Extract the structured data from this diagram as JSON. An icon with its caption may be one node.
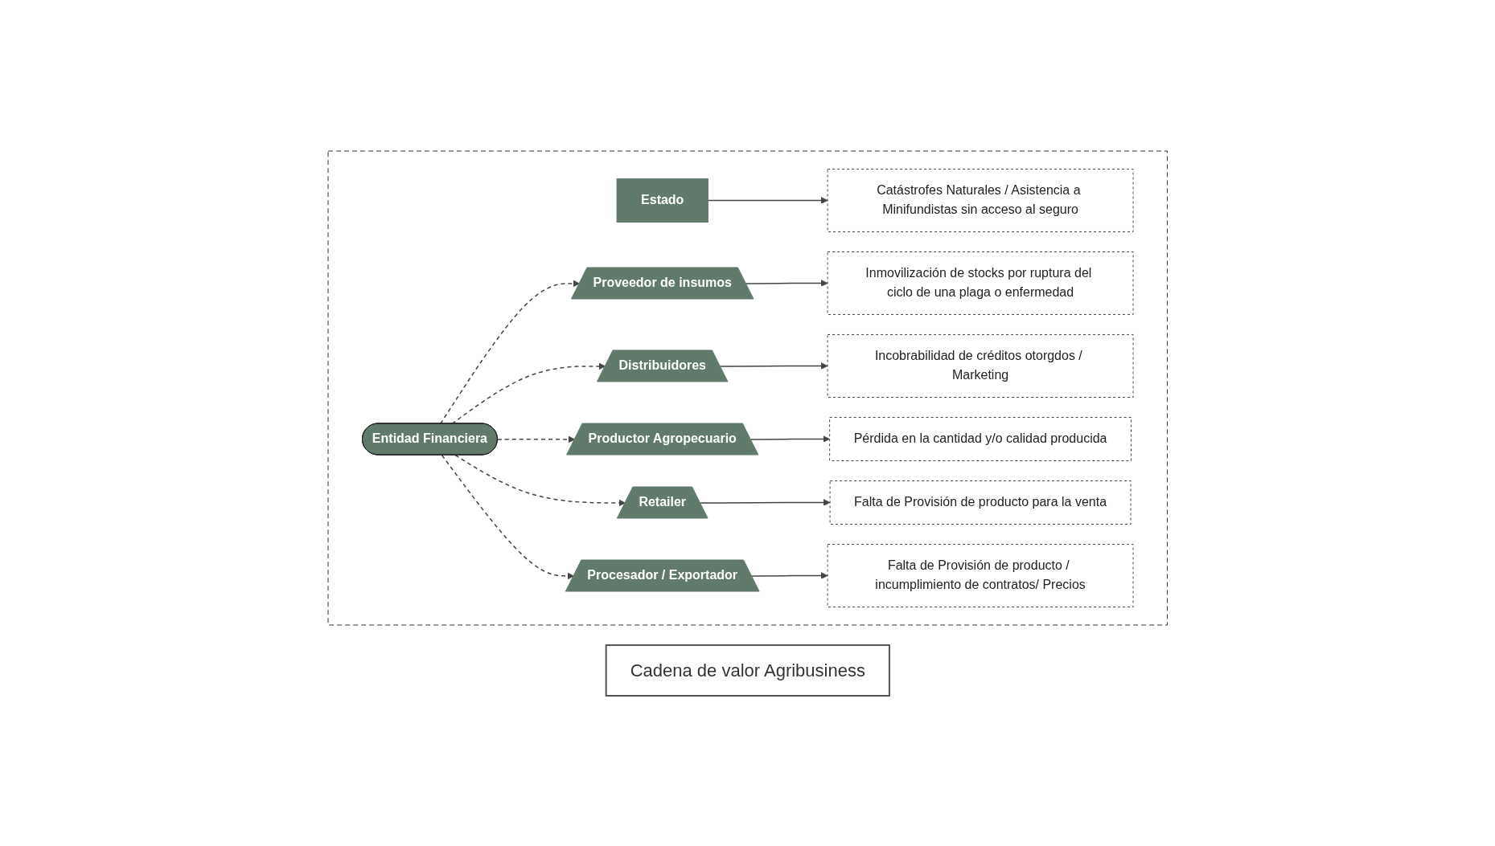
{
  "diagram": {
    "nodes": [
      {
        "text": [
          "Cadena de valor Agribusiness"
        ]
      },
      {
        "text": [],
        "shape": "box"
      },
      {
        "text": [
          "Estado"
        ],
        "in": 1
      },
      {
        "text": [
          "Catástrofes Naturales / Asistencia a Minifundistas sin acceso al seguro"
        ],
        "in": 1
      },
      {
        "text": [
          "Proveedor de insumos"
        ],
        "in": 1
      },
      {
        "text": [
          "Inmovilización de stocks por ruptura del ciclo de una plaga o enfermedad"
        ],
        "in": 1
      },
      {
        "text": [
          "Distribuidores"
        ],
        "in": 1
      },
      {
        "text": [
          "Incobrabilidad de créditos otorgdos / Marketing"
        ],
        "in": 1
      },
      {
        "text": [
          "Entidad Financiera"
        ],
        "in": 1
      },
      {
        "text": [
          "Productor Agropecuario"
        ],
        "in": 1
      },
      {
        "text": [
          "Pérdida en la cantidad y/o calidad producida"
        ],
        "in": 1
      },
      {
        "text": [
          "Retailer"
        ],
        "in": 1
      },
      {
        "text": [
          "Falta de Provisión de producto para la venta"
        ],
        "in": 1
      },
      {
        "text": [
          "Procesador / Exportador"
        ],
        "in": 1
      },
      {
        "text": [
          "Falta de Provisión de producto / incumplimiento de contratos/ Precios"
        ],
        "in": 1
      }
    ],
    "edges": [
      {
        "from": 2,
        "to": 3,
        "arrow": "to"
      },
      {
        "from": 4,
        "to": 5,
        "arrow": "to"
      },
      {
        "from": 6,
        "to": 7,
        "arrow": "to"
      },
      {
        "from": 9,
        "to": 10,
        "arrow": "to"
      },
      {
        "from": 11,
        "to": 12,
        "arrow": "to"
      },
      {
        "from": 13,
        "to": 14,
        "arrow": "to"
      },
      {
        "from": 8,
        "to": 4,
        "arrow": "to",
        "style": "dashed"
      },
      {
        "from": 8,
        "to": 6,
        "arrow": "to",
        "style": "dashed"
      },
      {
        "from": 8,
        "to": 9,
        "arrow": "to",
        "style": "dashed"
      },
      {
        "from": 8,
        "to": 11,
        "arrow": "to",
        "style": "dashed"
      },
      {
        "from": 8,
        "to": 13,
        "arrow": "to",
        "style": "dashed"
      }
    ]
  }
}
